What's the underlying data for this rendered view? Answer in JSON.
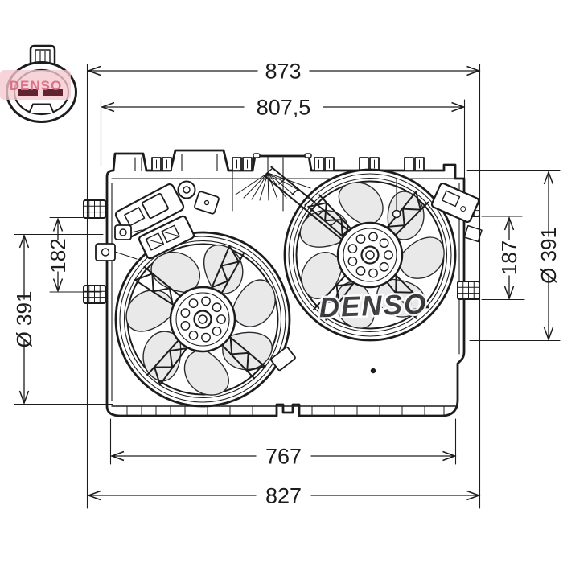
{
  "brand": "DENSO",
  "connector_badge": {
    "logo_text": "DENSO"
  },
  "center_watermark": {
    "text": "DENSO"
  },
  "dimensions": {
    "top_outer": "873",
    "top_inner": "807,5",
    "left_span": "182",
    "left_fan_diameter": "Ø 391",
    "right_span": "187",
    "right_fan_diameter": "Ø 391",
    "bottom_inner": "767",
    "bottom_outer": "827"
  },
  "colors": {
    "line": "#1c1c1c",
    "blade_fill": "#e9e9e9",
    "logo_pink_bg": "#f5c6d0",
    "logo_red": "#d96a80",
    "terminal_maroon": "#5f2430",
    "watermark_dark": "#333338"
  }
}
